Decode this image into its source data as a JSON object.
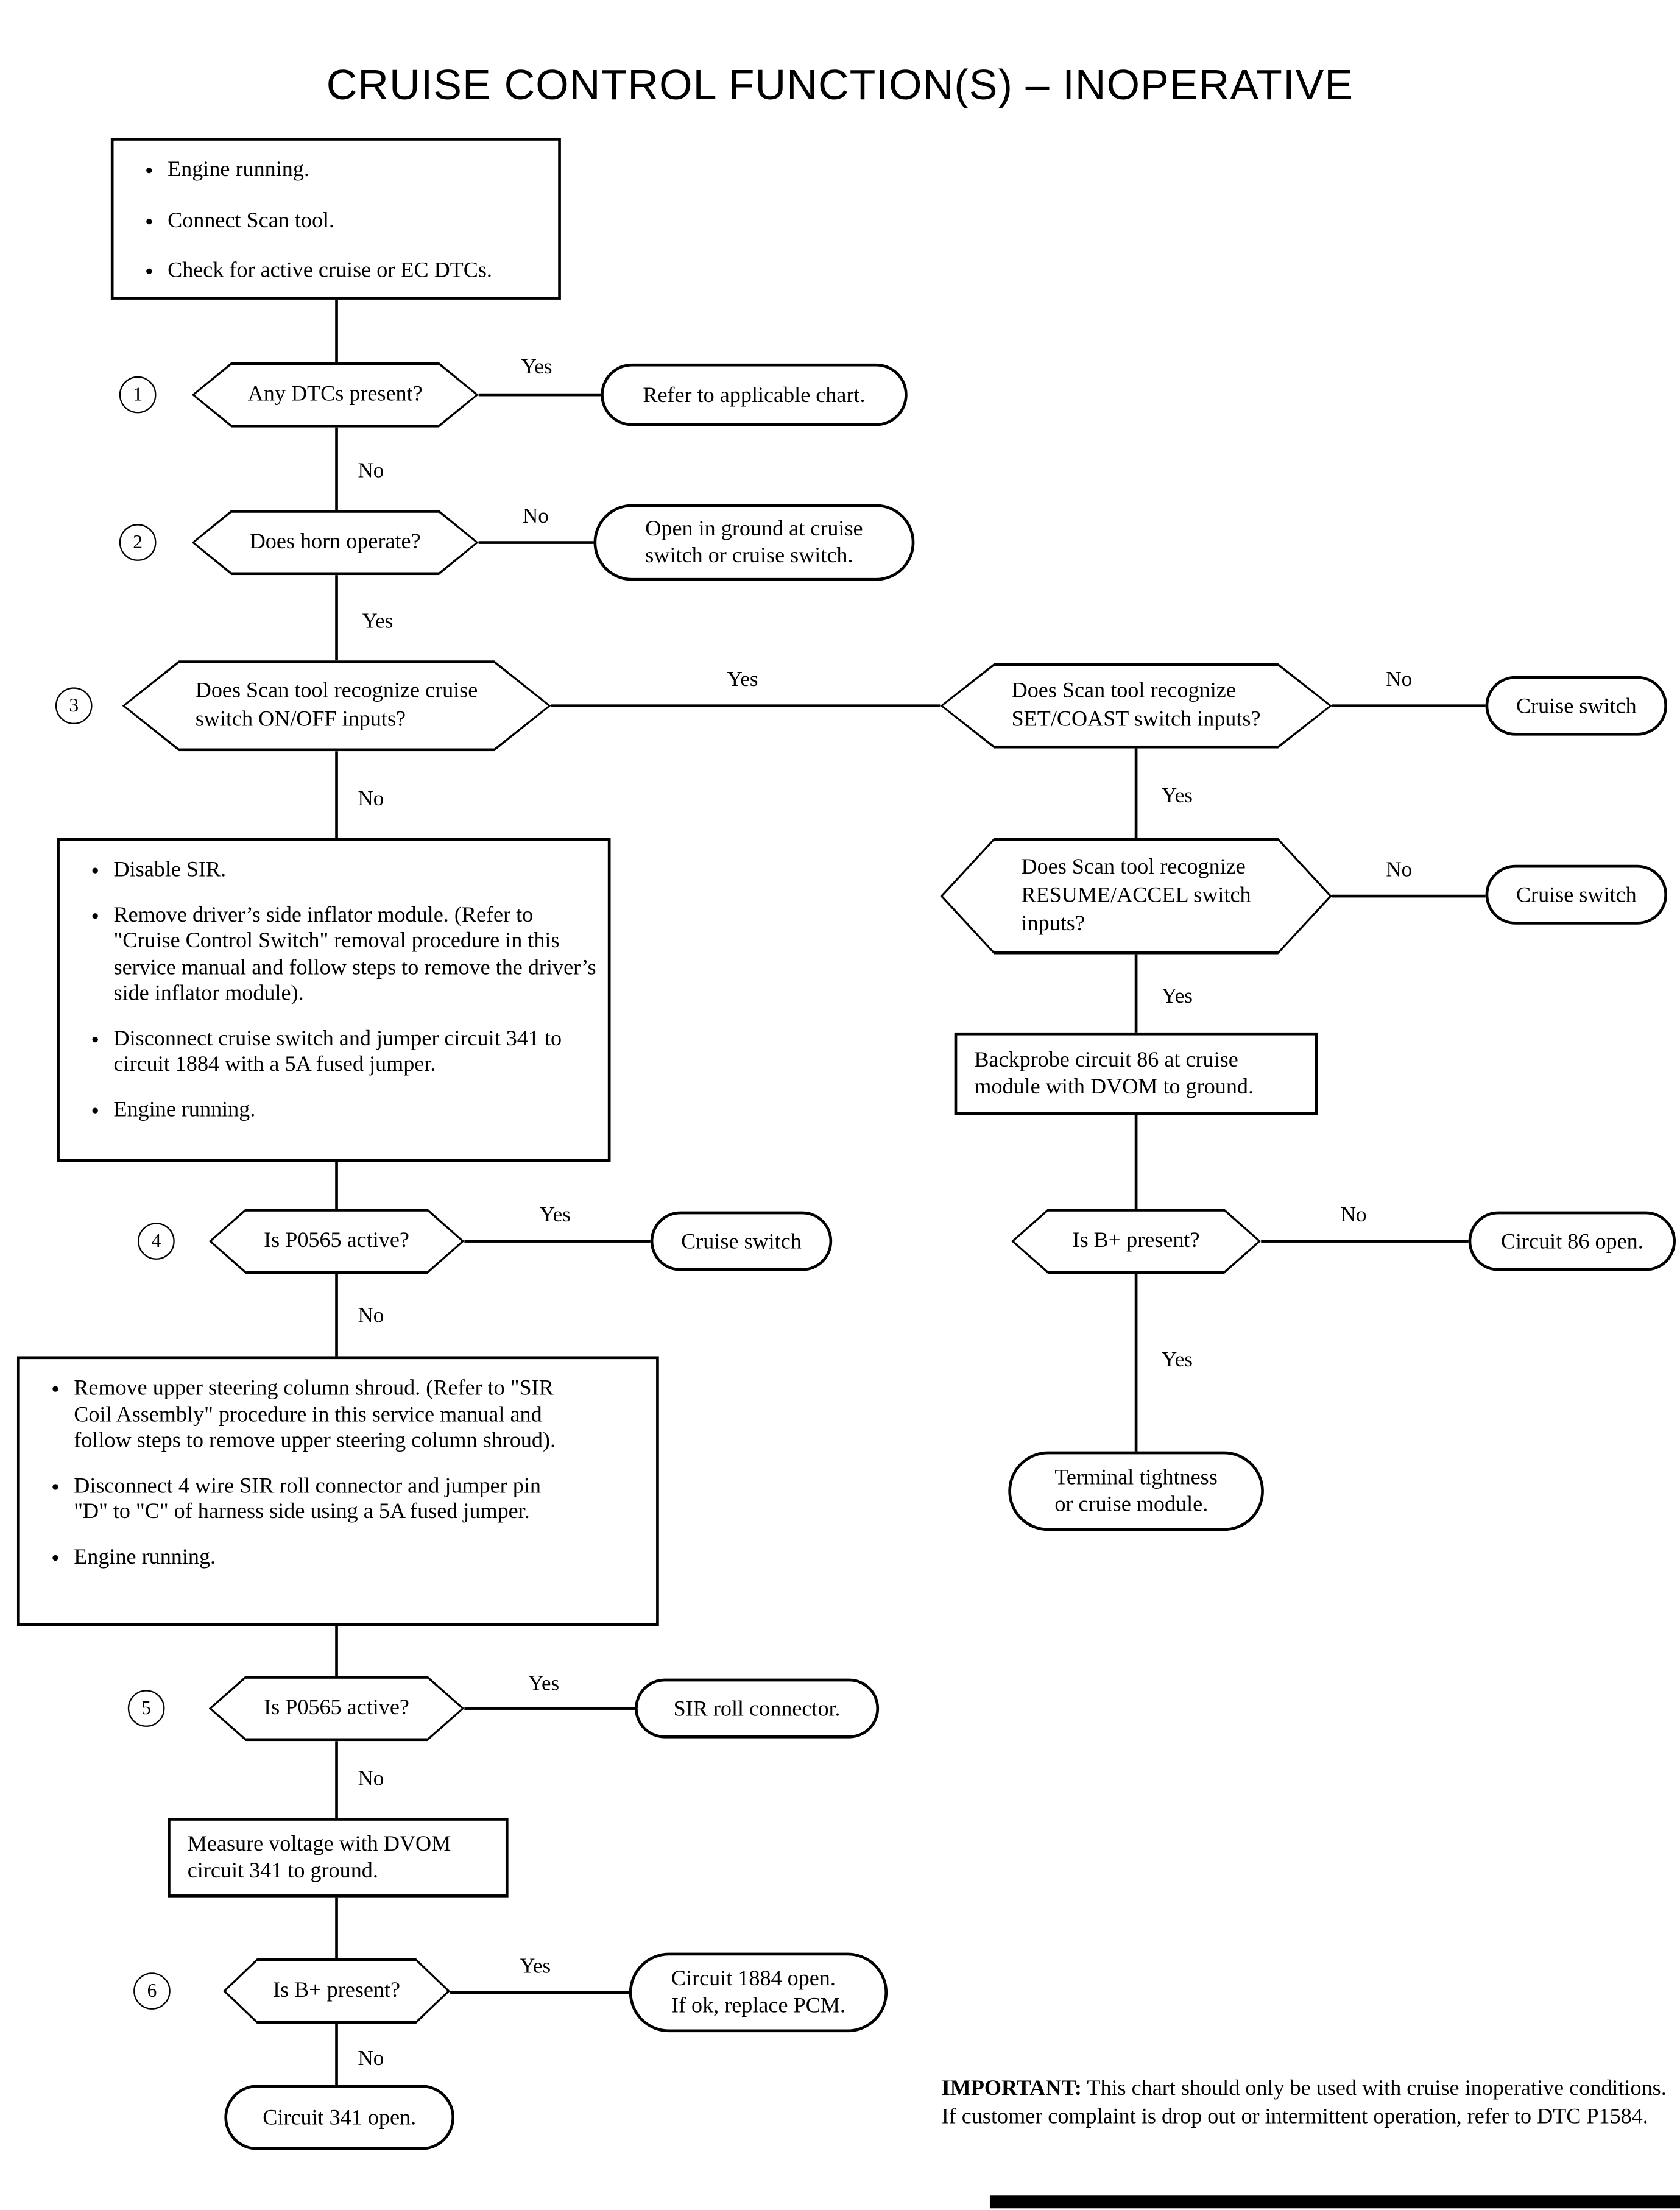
{
  "title": "CRUISE CONTROL FUNCTION(S) – INOPERATIVE",
  "words": {
    "yes": "Yes",
    "no": "No"
  },
  "steps": {
    "s1": "1",
    "s2": "2",
    "s3": "3",
    "s4": "4",
    "s5": "5",
    "s6": "6"
  },
  "start_box": {
    "bullets": [
      "Engine running.",
      "Connect Scan tool.",
      "Check for active cruise or EC DTCs."
    ]
  },
  "q_dtcs": {
    "text": "Any DTCs present?"
  },
  "r_refer_chart": {
    "text": "Refer to applicable chart."
  },
  "q_horn": {
    "text": "Does horn operate?"
  },
  "r_open_ground": {
    "lines": [
      "Open in ground at cruise",
      "switch or cruise switch."
    ]
  },
  "q_onoff": {
    "lines": [
      "Does Scan tool recognize cruise",
      "switch ON/OFF inputs?"
    ]
  },
  "q_setcoast": {
    "lines": [
      "Does Scan tool recognize",
      "SET/COAST switch inputs?"
    ]
  },
  "r_cruise_switch_1": {
    "text": "Cruise switch"
  },
  "q_resume": {
    "lines": [
      "Does Scan tool recognize",
      "RESUME/ACCEL switch",
      "inputs?"
    ]
  },
  "r_cruise_switch_2": {
    "text": "Cruise switch"
  },
  "p_backprobe": {
    "lines": [
      "Backprobe circuit 86 at cruise",
      "module with DVOM to ground."
    ]
  },
  "q_bplus_right": {
    "text": "Is B+ present?"
  },
  "r_circuit86": {
    "text": "Circuit 86 open."
  },
  "r_terminal": {
    "lines": [
      "Terminal tightness",
      "or cruise module."
    ]
  },
  "proc_box_a": {
    "bullets": [
      "Disable SIR.",
      "Remove driver’s side inflator module. (Refer to \"Cruise Control Switch\" removal procedure in this service manual and follow steps to remove the driver’s side inflator module).",
      "Disconnect cruise switch and jumper circuit 341 to circuit 1884 with a 5A fused jumper.",
      "Engine running."
    ]
  },
  "q_p0565_a": {
    "text": "Is P0565 active?"
  },
  "r_cruise_switch_3": {
    "text": "Cruise switch"
  },
  "proc_box_b": {
    "bullets": [
      "Remove upper steering column shroud. (Refer to \"SIR Coil Assembly\" procedure in this service manual and follow steps to remove upper steering column shroud).",
      "Disconnect 4 wire SIR roll connector and jumper pin \"D\" to \"C\" of harness side using a 5A fused jumper.",
      "Engine running."
    ]
  },
  "q_p0565_b": {
    "text": "Is P0565 active?"
  },
  "r_sir_roll": {
    "text": "SIR roll connector."
  },
  "p_measure": {
    "lines": [
      "Measure voltage with DVOM",
      "circuit 341 to ground."
    ]
  },
  "q_bplus_left": {
    "text": "Is B+ present?"
  },
  "r_circuit1884": {
    "lines": [
      "Circuit 1884 open.",
      "If ok, replace PCM."
    ]
  },
  "r_circuit341": {
    "text": "Circuit 341 open."
  },
  "important": {
    "label": "IMPORTANT:",
    "text": "This chart should only be used with cruise inoperative conditions. If customer complaint is drop out or intermittent operation, refer to DTC P1584."
  }
}
